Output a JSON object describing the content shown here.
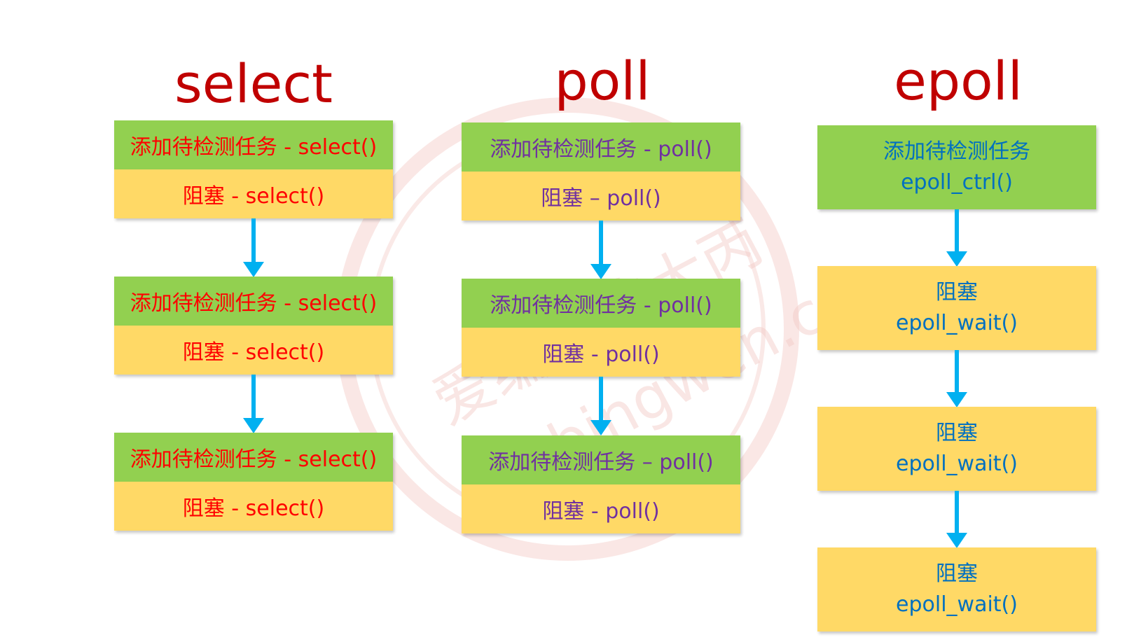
{
  "select": {
    "title": "select",
    "steps": [
      {
        "add_task": "添加待检测任务 - select()",
        "block": "阻塞 - select()"
      },
      {
        "add_task": "添加待检测任务 - select()",
        "block": "阻塞 - select()"
      },
      {
        "add_task": "添加待检测任务 - select()",
        "block": "阻塞 - select()"
      }
    ]
  },
  "poll": {
    "title": "poll",
    "steps": [
      {
        "add_task": "添加待检测任务 - poll()",
        "block": "阻塞  –  poll()"
      },
      {
        "add_task": "添加待检测任务 - poll()",
        "block": "阻塞 - poll()"
      },
      {
        "add_task": "添加待检测任务  –  poll()",
        "block": "阻塞 - poll()"
      }
    ]
  },
  "epoll": {
    "title": "epoll",
    "ctrl": {
      "line1": "添加待检测任务",
      "line2": "epoll_ctrl()"
    },
    "waits": [
      {
        "line1": "阻塞",
        "line2": "epoll_wait()"
      },
      {
        "line1": "阻塞",
        "line2": "epoll_wait()"
      },
      {
        "line1": "阻塞",
        "line2": "epoll_wait()"
      }
    ]
  },
  "watermark": {
    "text_cn": "爱编程的大丙",
    "text_url": "subingwen.cn"
  },
  "colors": {
    "title": "#c00000",
    "green_box": "#92d050",
    "yellow_box": "#ffd966",
    "select_text": "#ff0000",
    "poll_text": "#7030a0",
    "epoll_text": "#0070c0",
    "arrow": "#00b0f0"
  }
}
